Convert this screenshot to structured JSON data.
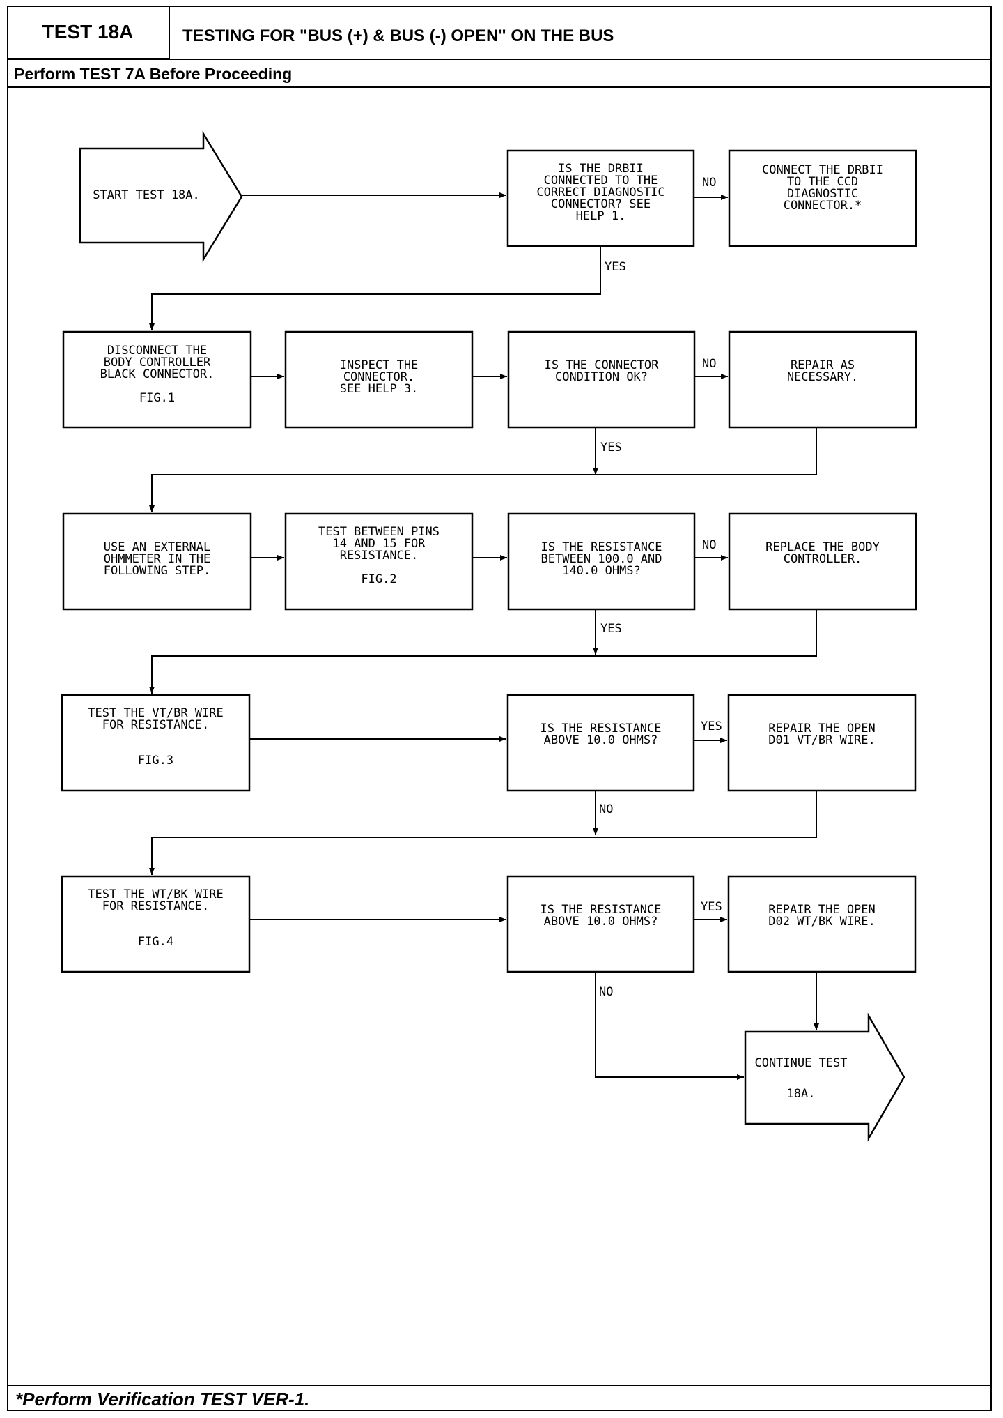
{
  "header": {
    "test_id": "TEST 18A",
    "title": "TESTING FOR \"BUS (+) & BUS (-) OPEN\" ON THE BUS",
    "subtitle": "Perform TEST 7A Before Proceeding"
  },
  "footer": {
    "note": "*Perform Verification TEST VER-1."
  },
  "flowchart": {
    "start": [
      "START TEST 18A."
    ],
    "q_drbii": [
      "IS THE DRBII",
      "CONNECTED TO THE",
      "CORRECT DIAGNOSTIC",
      "CONNECTOR? SEE",
      "HELP 1."
    ],
    "connect_drbii": [
      "CONNECT THE DRBII",
      "TO THE CCD",
      "DIAGNOSTIC",
      "CONNECTOR.*"
    ],
    "disconnect": [
      "DISCONNECT THE",
      "BODY CONTROLLER",
      "BLACK CONNECTOR.",
      "",
      "FIG.1"
    ],
    "inspect": [
      "INSPECT THE",
      "CONNECTOR.",
      "SEE HELP 3."
    ],
    "q_connector": [
      "IS THE CONNECTOR",
      "CONDITION OK?"
    ],
    "repair_nec": [
      "REPAIR AS",
      "NECESSARY."
    ],
    "ohmmeter": [
      "USE AN EXTERNAL",
      "OHMMETER IN THE",
      "FOLLOWING STEP."
    ],
    "test_pins": [
      "TEST BETWEEN PINS",
      "14 AND 15 FOR",
      "RESISTANCE.",
      "",
      "FIG.2"
    ],
    "q_resist_range": [
      "IS THE RESISTANCE",
      "BETWEEN 100.0 AND",
      "140.0 OHMS?"
    ],
    "replace_bc": [
      "REPLACE THE BODY",
      "CONTROLLER."
    ],
    "test_vtbr": [
      "TEST THE VT/BR WIRE",
      "FOR RESISTANCE.",
      "",
      "",
      "FIG.3"
    ],
    "q_above1": [
      "IS THE RESISTANCE",
      "ABOVE 10.0 OHMS?"
    ],
    "repair_d01": [
      "REPAIR THE OPEN",
      "D01 VT/BR WIRE."
    ],
    "test_wtbk": [
      "TEST THE WT/BK WIRE",
      "FOR RESISTANCE.",
      "",
      "",
      "FIG.4"
    ],
    "q_above2": [
      "IS THE RESISTANCE",
      "ABOVE 10.0 OHMS?"
    ],
    "repair_d02": [
      "REPAIR THE OPEN",
      "D02 WT/BK WIRE."
    ],
    "continue": [
      "CONTINUE TEST",
      "",
      "18A."
    ],
    "labels": {
      "yes": "YES",
      "no": "NO"
    }
  }
}
